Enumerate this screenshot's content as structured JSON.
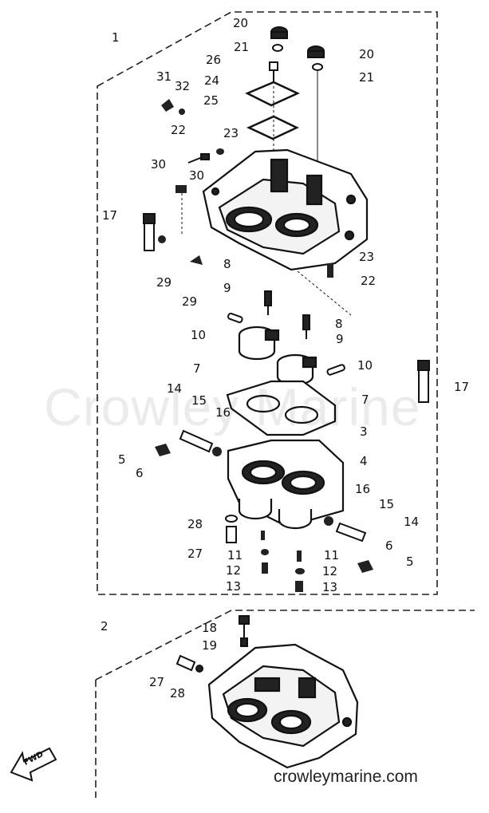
{
  "watermark": "Crowley Marine",
  "website": "crowleymarine.com",
  "fwd_label": "FWD",
  "assembly_labels": {
    "upper": "1",
    "lower": "2"
  },
  "callouts": {
    "c20a": "20",
    "c21a": "21",
    "c20b": "20",
    "c21b": "21",
    "c26": "26",
    "c24": "24",
    "c25": "25",
    "c31": "31",
    "c32": "32",
    "c22a": "22",
    "c23a": "23",
    "c30a": "30",
    "c30b": "30",
    "c17a": "17",
    "c8a": "8",
    "c9a": "9",
    "c29a": "29",
    "c29b": "29",
    "c23b": "23",
    "c22b": "22",
    "c10a": "10",
    "c8b": "8",
    "c9b": "9",
    "c7a": "7",
    "c10b": "10",
    "c14a": "14",
    "c15a": "15",
    "c16a": "16",
    "c7b": "7",
    "c17b": "17",
    "c3": "3",
    "c4": "4",
    "c5a": "5",
    "c6a": "6",
    "c16b": "16",
    "c15b": "15",
    "c14b": "14",
    "c28a": "28",
    "c27a": "27",
    "c11a": "11",
    "c12a": "12",
    "c13a": "13",
    "c11b": "11",
    "c12b": "12",
    "c13b": "13",
    "c6b": "6",
    "c5b": "5",
    "c18": "18",
    "c19": "19",
    "c27b": "27",
    "c28b": "28"
  }
}
